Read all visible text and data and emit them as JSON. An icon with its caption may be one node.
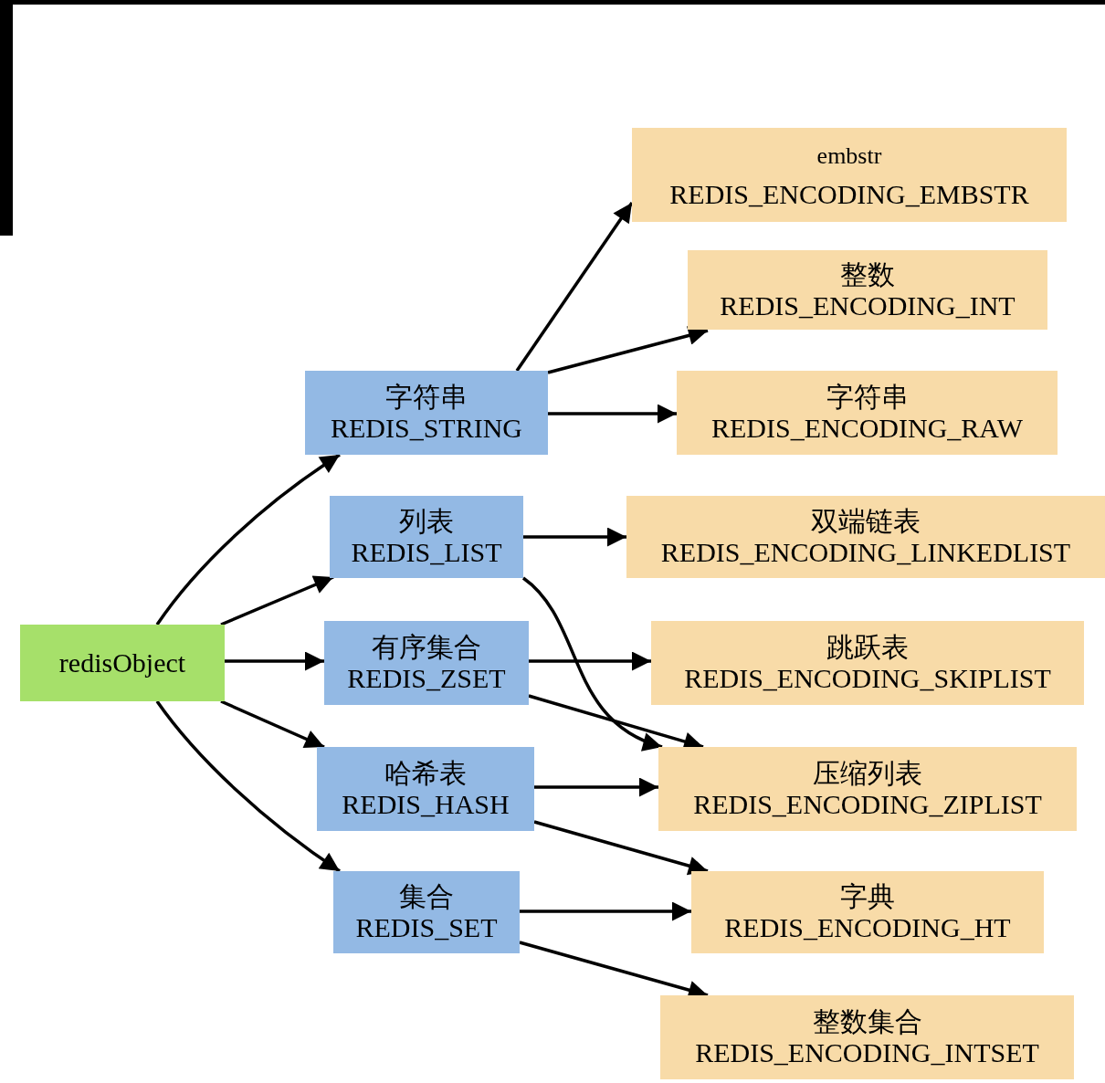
{
  "diagram": {
    "nodes": [
      {
        "text": [
          "redisObject"
        ]
      },
      {
        "text": [
          "字符串",
          "REDIS_STRING"
        ]
      },
      {
        "text": [
          "列表",
          "REDIS_LIST"
        ]
      },
      {
        "text": [
          "有序集合",
          "REDIS_ZSET"
        ]
      },
      {
        "text": [
          "哈希表",
          "REDIS_HASH"
        ]
      },
      {
        "text": [
          "集合",
          "REDIS_SET"
        ]
      },
      {
        "text": [
          "embstr",
          "REDIS_ENCODING_EMBSTR"
        ]
      },
      {
        "text": [
          "整数",
          "REDIS_ENCODING_INT"
        ]
      },
      {
        "text": [
          "字符串",
          "REDIS_ENCODING_RAW"
        ]
      },
      {
        "text": [
          "双端链表",
          "REDIS_ENCODING_LINKEDLIST"
        ]
      },
      {
        "text": [
          "跳跃表",
          "REDIS_ENCODING_SKIPLIST"
        ]
      },
      {
        "text": [
          "压缩列表",
          "REDIS_ENCODING_ZIPLIST"
        ]
      },
      {
        "text": [
          "字典",
          "REDIS_ENCODING_HT"
        ]
      },
      {
        "text": [
          "整数集合",
          "REDIS_ENCODING_INTSET"
        ]
      }
    ],
    "edges": [
      {
        "from": 0,
        "to": 1,
        "arrow": "to"
      },
      {
        "from": 0,
        "to": 2,
        "arrow": "to"
      },
      {
        "from": 0,
        "to": 3,
        "arrow": "to"
      },
      {
        "from": 0,
        "to": 4,
        "arrow": "to"
      },
      {
        "from": 0,
        "to": 5,
        "arrow": "to"
      },
      {
        "from": 1,
        "to": 6,
        "arrow": "to"
      },
      {
        "from": 1,
        "to": 7,
        "arrow": "to"
      },
      {
        "from": 1,
        "to": 8,
        "arrow": "to"
      },
      {
        "from": 2,
        "to": 9,
        "arrow": "to"
      },
      {
        "from": 2,
        "to": 11,
        "arrow": "to"
      },
      {
        "from": 3,
        "to": 10,
        "arrow": "to"
      },
      {
        "from": 3,
        "to": 11,
        "arrow": "to"
      },
      {
        "from": 4,
        "to": 11,
        "arrow": "to"
      },
      {
        "from": 4,
        "to": 12,
        "arrow": "to"
      },
      {
        "from": 5,
        "to": 12,
        "arrow": "to"
      },
      {
        "from": 5,
        "to": 13,
        "arrow": "to"
      }
    ]
  }
}
